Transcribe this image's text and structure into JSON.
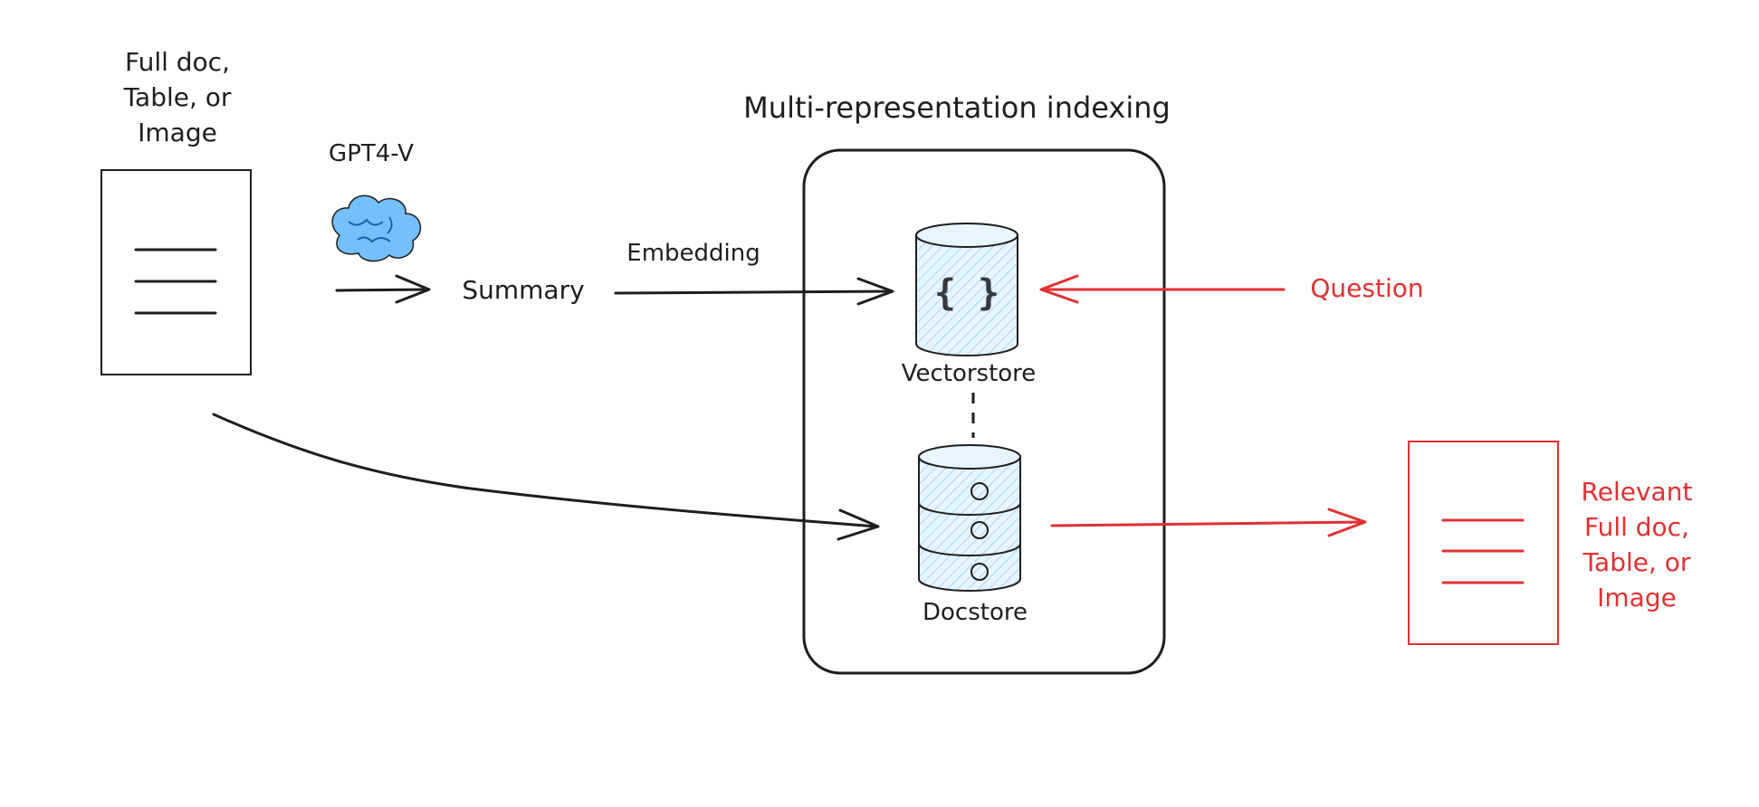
{
  "labels": {
    "source_line1": "Full doc,",
    "source_line2": "Table, or",
    "source_line3": "Image",
    "model": "GPT4-V",
    "summary": "Summary",
    "embedding": "Embedding",
    "title": "Multi-representation indexing",
    "vectorstore": "Vectorstore",
    "vectorstore_glyph": "{ }",
    "docstore": "Docstore",
    "question": "Question",
    "result_line1": "Relevant",
    "result_line2": "Full doc,",
    "result_line3": "Table, or",
    "result_line4": "Image"
  },
  "icons": {
    "model": "brain-icon",
    "vectorstore": "database-cylinder-icon",
    "docstore": "stacked-database-icon"
  },
  "colors": {
    "ink": "#1e1e1e",
    "accent_red": "#e03131",
    "db_fill": "#a5d8ff",
    "brain_fill": "#74c0fc"
  }
}
